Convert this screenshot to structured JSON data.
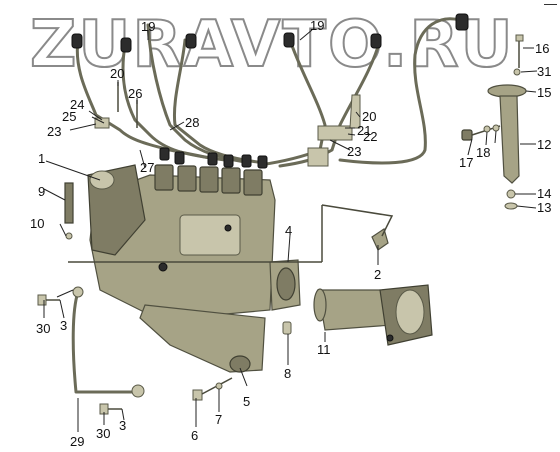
{
  "watermark": "ZURAVTO.RU",
  "corner_mark": "—",
  "callouts": {
    "c1": "1",
    "c2": "2",
    "c3a": "3",
    "c3b": "3",
    "c4": "4",
    "c5": "5",
    "c6": "6",
    "c7": "7",
    "c8": "8",
    "c9": "9",
    "c10": "10",
    "c11": "11",
    "c12": "12",
    "c13": "13",
    "c14": "14",
    "c15": "15",
    "c16": "16",
    "c17": "17",
    "c18": "18",
    "c19a": "19",
    "c19b": "19",
    "c20a": "20",
    "c20b": "20",
    "c21": "21",
    "c22": "22",
    "c23a": "23",
    "c23b": "23",
    "c24": "24",
    "c25": "25",
    "c26": "26",
    "c27": "27",
    "c28": "28",
    "c29": "29",
    "c30a": "30",
    "c30b": "30",
    "c31": "31"
  },
  "colors": {
    "metal": "#a6a386",
    "metal_dark": "#7f7c64",
    "line": "#222222"
  }
}
